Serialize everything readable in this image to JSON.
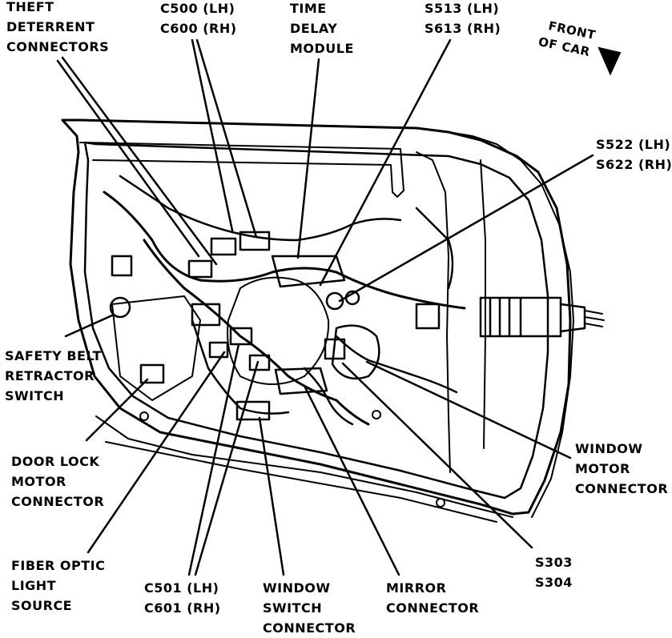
{
  "labels": {
    "theft": [
      "THEFT",
      "DETERRENT",
      "CONNECTORS"
    ],
    "c500": [
      "C500 (LH)",
      "C600 (RH)"
    ],
    "time_delay": [
      "TIME",
      "DELAY",
      "MODULE"
    ],
    "s513": [
      "S513 (LH)",
      "S613 (RH)"
    ],
    "front": [
      "FRONT",
      "OF CAR"
    ],
    "s522": [
      "S522 (LH)",
      "S622 (RH)"
    ],
    "safety_belt": [
      "SAFETY BELT",
      "RETRACTOR",
      "SWITCH"
    ],
    "door_lock": [
      "DOOR LOCK",
      "MOTOR",
      "CONNECTOR"
    ],
    "fiber_optic": [
      "FIBER OPTIC",
      "LIGHT",
      "SOURCE"
    ],
    "c501": [
      "C501 (LH)",
      "C601 (RH)"
    ],
    "window_switch": [
      "WINDOW",
      "SWITCH",
      "CONNECTOR"
    ],
    "mirror": [
      "MIRROR",
      "CONNECTOR"
    ],
    "s303": [
      "S303",
      "S304"
    ],
    "window_motor": [
      "WINDOW",
      "MOTOR",
      "CONNECTOR"
    ]
  },
  "colors": {
    "ink": "#000000",
    "paper": "#ffffff"
  }
}
